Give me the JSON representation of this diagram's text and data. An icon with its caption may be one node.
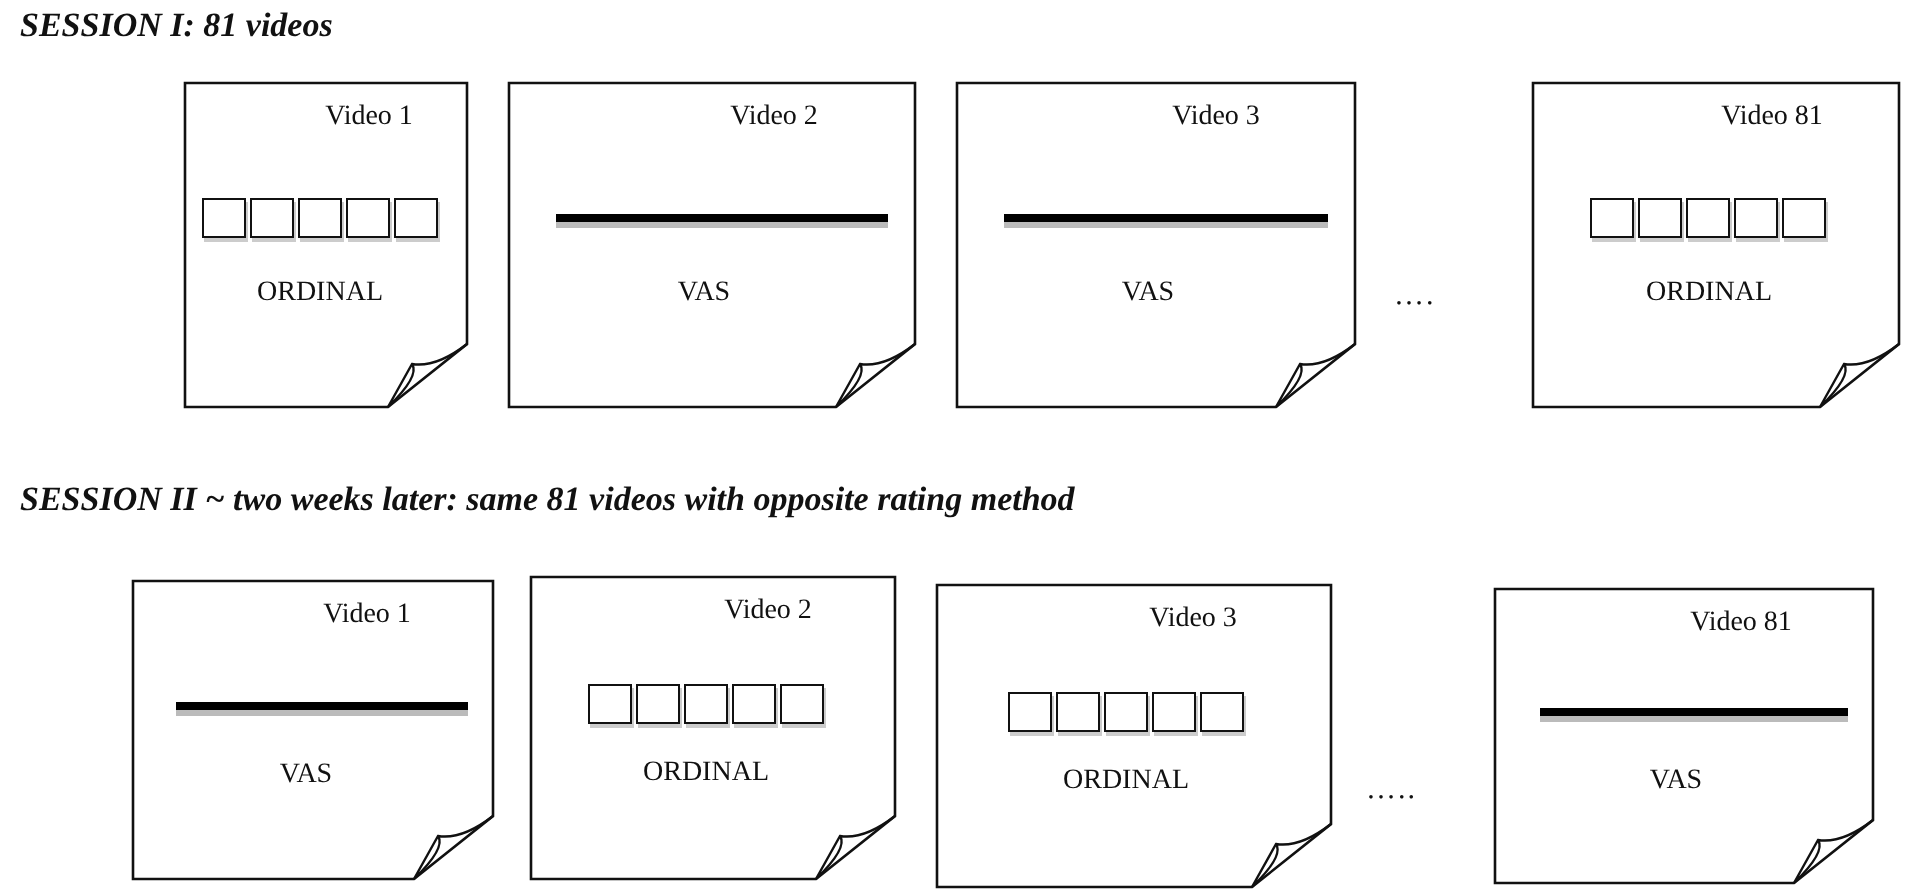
{
  "diagram": {
    "nodes": [
      {
        "text": [
          "Video 1",
          "ORDINAL"
        ]
      },
      {
        "text": [],
        "shape": "box",
        "in": 0
      },
      {
        "text": [],
        "shape": "box",
        "in": 0
      },
      {
        "text": [],
        "shape": "box",
        "in": 0
      },
      {
        "text": [],
        "shape": "box",
        "in": 0
      },
      {
        "text": [],
        "shape": "box",
        "in": 0
      },
      {
        "text": [
          "Video 2",
          "VAS"
        ]
      },
      {
        "text": [],
        "shape": "bar",
        "in": 6
      },
      {
        "text": [
          "Video 3",
          "VAS"
        ]
      },
      {
        "text": [],
        "shape": "bar",
        "in": 8
      },
      {
        "text": [
          "Video 81",
          "ORDINAL"
        ]
      },
      {
        "text": [],
        "shape": "box",
        "in": 10
      },
      {
        "text": [],
        "shape": "box",
        "in": 10
      },
      {
        "text": [],
        "shape": "box",
        "in": 10
      },
      {
        "text": [],
        "shape": "box",
        "in": 10
      },
      {
        "text": [],
        "shape": "box",
        "in": 10
      },
      {
        "text": [
          "Video 1",
          "VAS"
        ]
      },
      {
        "text": [],
        "shape": "bar",
        "in": 16
      },
      {
        "text": [
          "Video 2",
          "ORDINAL"
        ]
      },
      {
        "text": [],
        "shape": "box",
        "in": 18
      },
      {
        "text": [],
        "shape": "box",
        "in": 18
      },
      {
        "text": [],
        "shape": "box",
        "in": 18
      },
      {
        "text": [],
        "shape": "box",
        "in": 18
      },
      {
        "text": [],
        "shape": "box",
        "in": 18
      },
      {
        "text": [
          "Video 3",
          "ORDINAL"
        ]
      },
      {
        "text": [],
        "shape": "box",
        "in": 24
      },
      {
        "text": [],
        "shape": "box",
        "in": 24
      },
      {
        "text": [],
        "shape": "box",
        "in": 24
      },
      {
        "text": [],
        "shape": "box",
        "in": 24
      },
      {
        "text": [],
        "shape": "box",
        "in": 24
      },
      {
        "text": [
          "Video 81",
          "VAS"
        ]
      },
      {
        "text": [],
        "shape": "bar",
        "in": 30
      }
    ],
    "labels": [
      "SESSION I: 81 videos",
      "….",
      "SESSION II ~ two weeks later: same 81 videos with opposite rating method",
      "….."
    ]
  }
}
